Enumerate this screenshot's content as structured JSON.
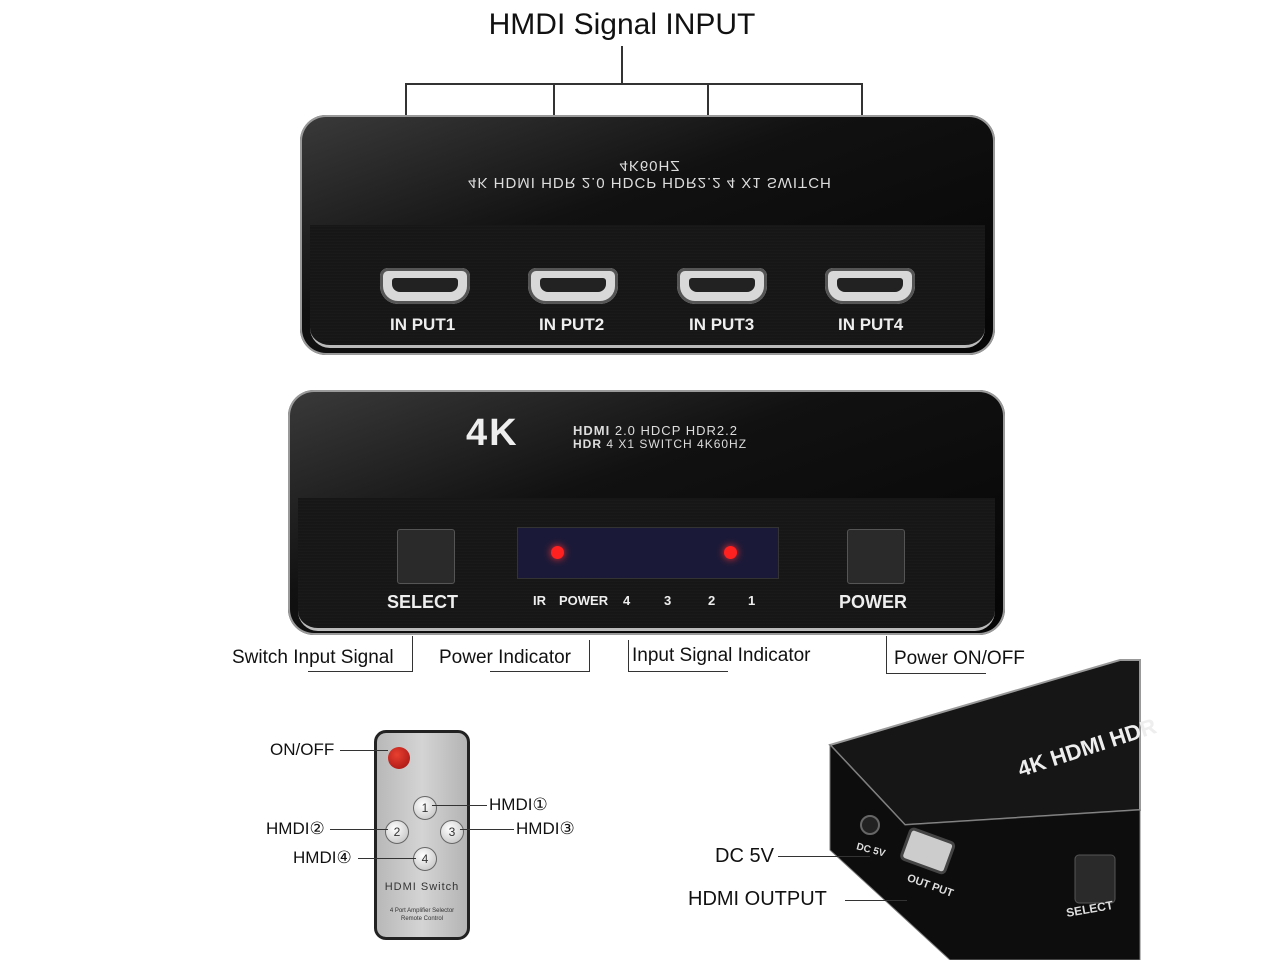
{
  "title": "HMDI Signal INPUT",
  "top_device": {
    "logo_text": "4K HDMI HDR 2.0 HDCP HDR2.2 4 X1 SWITCH 4K60HZ",
    "ports": [
      "IN PUT1",
      "IN PUT2",
      "IN PUT3",
      "IN PUT4"
    ]
  },
  "front_device": {
    "logo_big": "4K",
    "logo_line1_brand": "HDMI",
    "logo_line1": "2.0 HDCP HDR2.2",
    "logo_line2_brand": "HDR",
    "logo_line2": "4 X1 SWITCH 4K60HZ",
    "select_label": "SELECT",
    "power_label": "POWER",
    "indicators": [
      "IR",
      "POWER",
      "4",
      "3",
      "2",
      "1"
    ],
    "led_color": "#ff2020"
  },
  "annotations": {
    "switch_input": "Switch Input Signal",
    "power_indicator": "Power Indicator",
    "input_signal_indicator": "Input Signal Indicator",
    "power_onoff": "Power ON/OFF"
  },
  "remote": {
    "on_off": "ON/OFF",
    "buttons": [
      "1",
      "2",
      "3",
      "4"
    ],
    "labels": [
      "HMDI①",
      "HMDI②",
      "HMDI③",
      "HMDI④"
    ],
    "title": "HDMI Switch",
    "subtitle_1": "4 Port Amplifier Selector",
    "subtitle_2": "Remote Control"
  },
  "side_device": {
    "logo": "4K HDMI HDR",
    "dc_label_on_device": "DC 5V",
    "output_label_on_device": "OUT PUT",
    "select_label_on_device": "SELECT",
    "dc_callout": "DC 5V",
    "output_callout": "HDMI OUTPUT"
  }
}
